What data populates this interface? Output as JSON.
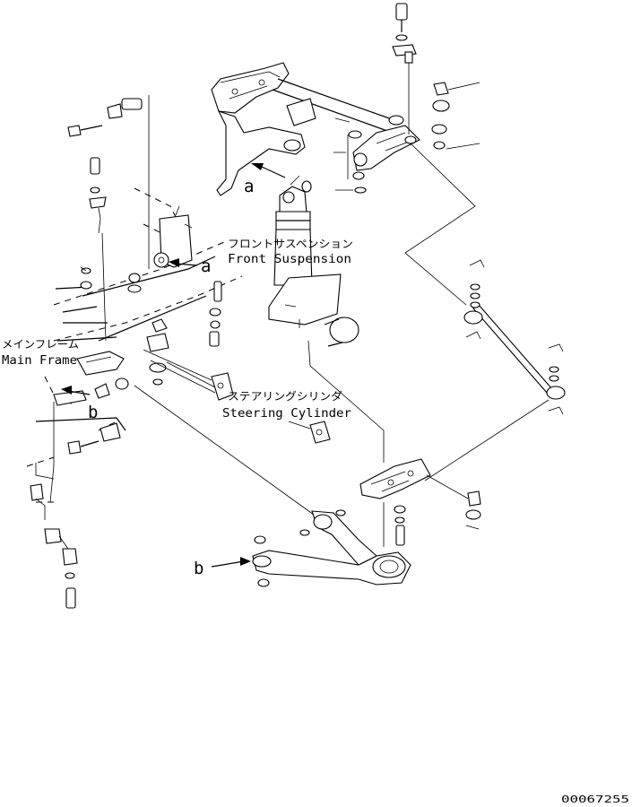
{
  "labels": {
    "front_suspension_jp": "フロントサスペンション",
    "front_suspension_en": "Front Suspension",
    "main_frame_jp": "メインフレーム",
    "main_frame_en": "Main Frame",
    "steering_cylinder_jp": "ステアリングシリンダ",
    "steering_cylinder_en": "Steering Cylinder"
  },
  "refs": {
    "a_top": "a",
    "a_frame": "a",
    "b_frame": "b",
    "b_arm": "b"
  },
  "figure_number": "00067255"
}
